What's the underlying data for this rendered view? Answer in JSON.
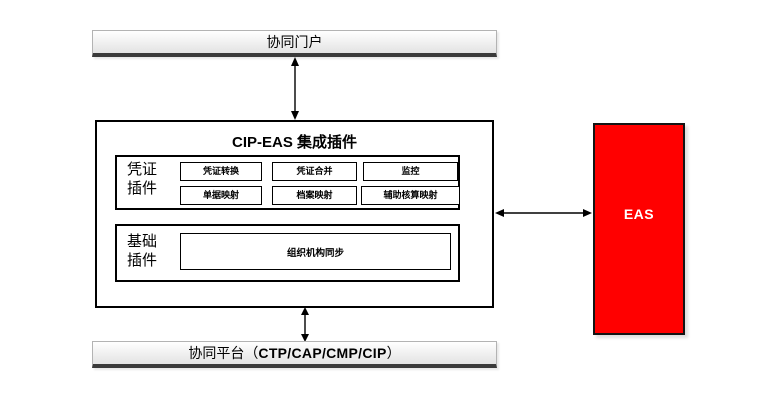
{
  "portal_bar": {
    "label": "协同门户"
  },
  "plugin_box": {
    "title": "CIP-EAS 集成插件",
    "voucher_section": {
      "label": "凭证插件",
      "items": [
        "凭证转换",
        "凭证合并",
        "监控",
        "单据映射",
        "档案映射",
        "辅助核算映射"
      ]
    },
    "base_section": {
      "label": "基础插件",
      "items": [
        "组织机构同步"
      ]
    }
  },
  "eas_box": {
    "label": "EAS",
    "fill_color": "#ff0000"
  },
  "platform_bar": {
    "label_prefix": "协同平台（",
    "label_code": "CTP/CAP/CMP/CIP",
    "label_suffix": "）"
  },
  "colors": {
    "bar_underline": "#3a3a3a",
    "box_border": "#000000"
  }
}
